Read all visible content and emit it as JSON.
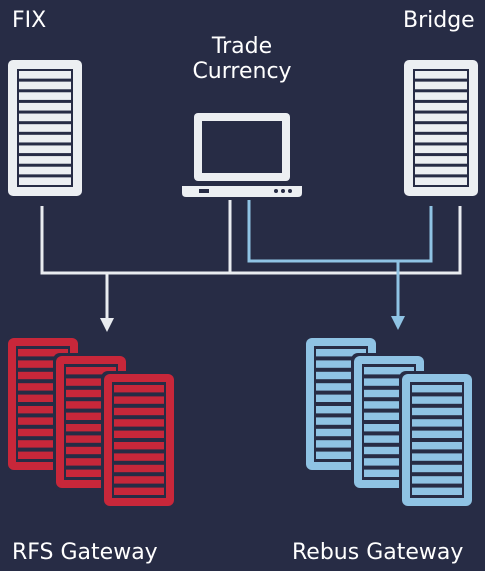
{
  "labels": {
    "fix": "FIX",
    "bridge": "Bridge",
    "trade_line1": "Trade",
    "trade_line2": "Currency",
    "rfs": "RFS Gateway",
    "rebus": "Rebus Gateway"
  },
  "colors": {
    "background": "#272c45",
    "white_line": "#e9ecf0",
    "blue_line": "#8fc3e4",
    "rfs_red": "#c8273a",
    "rebus_blue": "#8fc3e4",
    "server_white": "#eceff2"
  },
  "icons": [
    "server-icon",
    "laptop-icon",
    "server-stack-icon"
  ]
}
